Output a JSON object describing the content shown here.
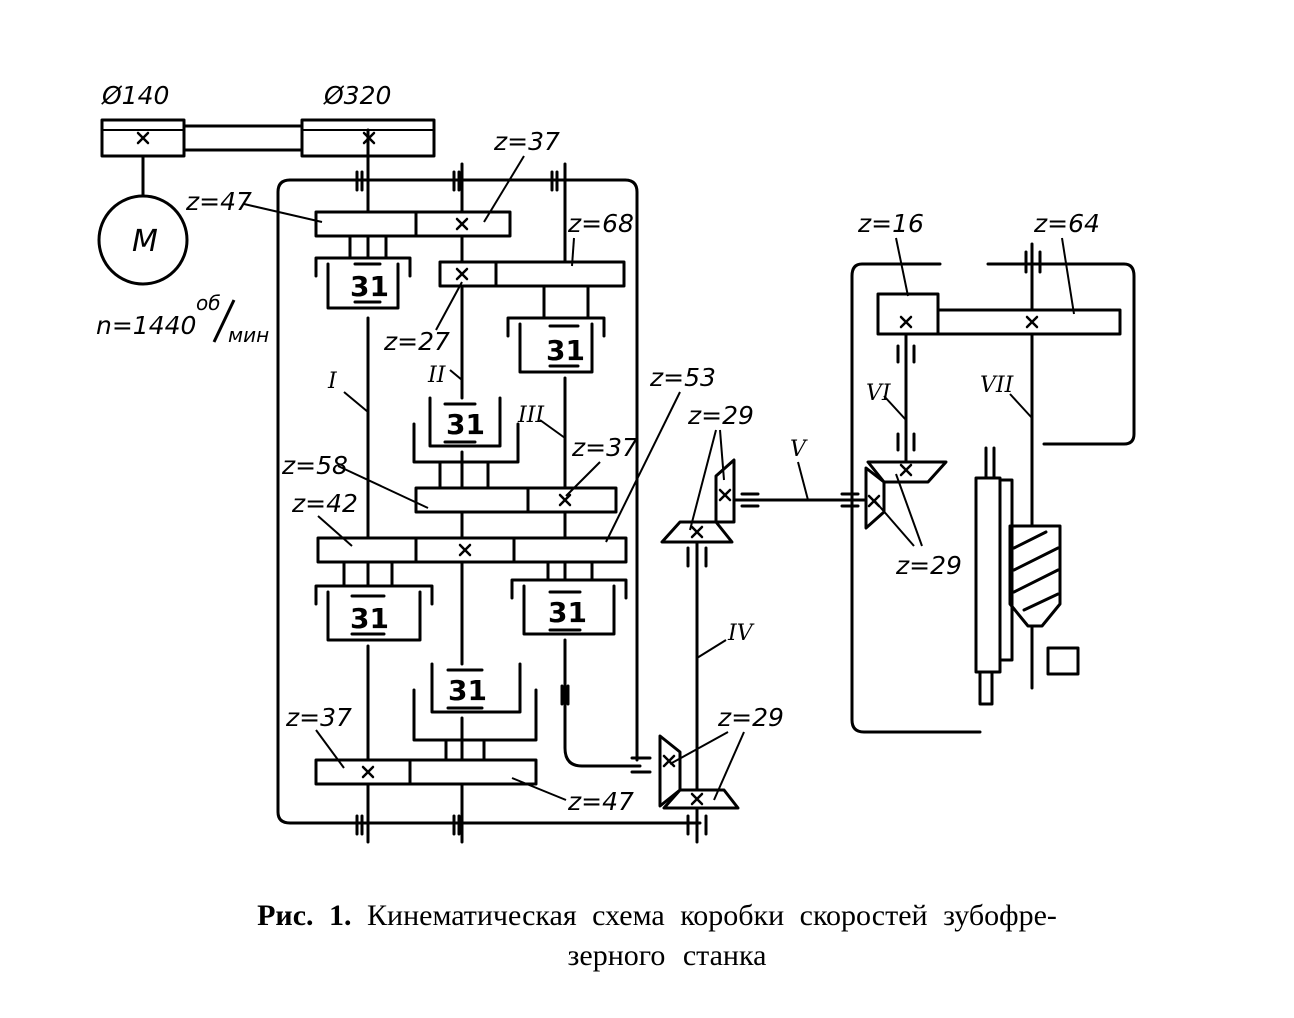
{
  "diagram": {
    "pulley_labels": [
      "Ø140",
      "Ø320"
    ],
    "motor_label": "M",
    "motor_speed": "n=1440",
    "motor_speed_unit_num": "об",
    "motor_speed_unit_den": "мин",
    "clutch_label": "31",
    "shafts": [
      "I",
      "II",
      "III",
      "IV",
      "V",
      "VI",
      "VII"
    ],
    "gears": {
      "z47_top": "z=47",
      "z37_top": "z=37",
      "z68": "z=68",
      "z27": "z=27",
      "z58": "z=58",
      "z37_mid": "z=37",
      "z42": "z=42",
      "z53": "z=53",
      "z37_bot": "z=37",
      "z47_bot": "z=47",
      "z29_upper": "z=29",
      "z29_lower": "z=29",
      "z29_right": "z=29",
      "z16": "z=16",
      "z64": "z=64"
    }
  },
  "caption": {
    "prefix": "Рис. 1.",
    "line1": "Кинематическая схема коробки скоростей зубофре-",
    "line2": "зерного станка"
  }
}
